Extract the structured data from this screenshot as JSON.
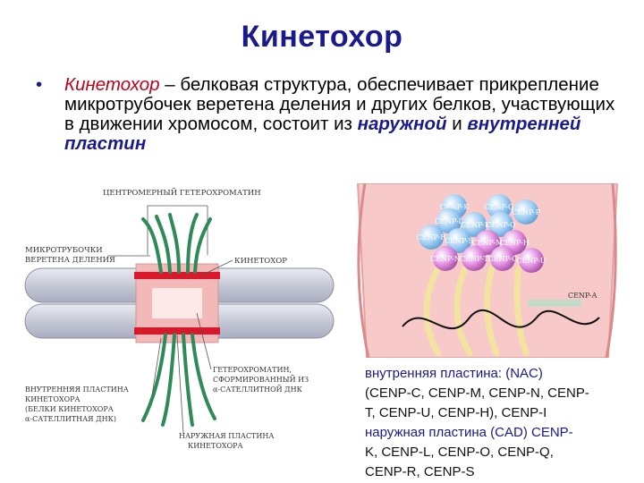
{
  "title": "Кинетохор",
  "bullet": {
    "dot": "•",
    "term": "Кинетохор",
    "text_1": " – белковая структура, обеспечивает прикрепление микротрубочек веретена деления и других белков, участвующих в движении хромосом, состоит из ",
    "outer": "наружной",
    "text_2": " и ",
    "inner": "внутренней пластин"
  },
  "left_diagram": {
    "labels": {
      "heterochromatin": "ЦЕНТРОМЕРНЫЙ ГЕТЕРОХРОМАТИН",
      "microtubules_1": "МИКРОТРУБОЧКИ",
      "microtubules_2": "ВЕРЕТЕНА ДЕЛЕНИЯ",
      "kinetochore": "КИНЕТОХОР",
      "inner_plate_1": "ВНУТРЕННЯЯ ПЛАСТИНА",
      "inner_plate_2": "КИНЕТОХОРА",
      "inner_plate_3": "(БЕЛКИ КИНЕТОХОРА",
      "inner_plate_4": "α-САТЕЛЛИТНАЯ ДНК)",
      "hetero_formed_1": "ГЕТЕРОХРОМАТИН,",
      "hetero_formed_2": "СФОРМИРОВАННЫЙ ИЗ",
      "hetero_formed_3": "α-САТЕЛЛИТНОЙ ДНК",
      "outer_plate_1": "НАРУЖНАЯ ПЛАСТИНА",
      "outer_plate_2": "КИНЕТОХОРА"
    }
  },
  "right_diagram": {
    "proteins": [
      "CENP-K",
      "CENP-Q",
      "CENP-P",
      "CENP-L",
      "CENP-I",
      "CENP-O",
      "CENP-R",
      "CENP-S",
      "CENP-M",
      "CENP-H",
      "CENP-N",
      "CENP-T",
      "CENP-C",
      "CENP-U",
      "CENP-A"
    ]
  },
  "legend": {
    "line1": "внутренняя пластина: (NAC)",
    "line2": "(CENP-C, CENP-M, CENP-N, CENP-",
    "line3": "T,  CENP-U, CENP-H),  CENP-I",
    "line4": "наружная пластина (CAD) CENP-",
    "line5": "K, CENP-L, CENP-O, CENP-Q,",
    "line6": "CENP-R, CENP-S"
  },
  "colors": {
    "title": "#1a1a8c",
    "chromatid": "#c9ccd8",
    "kinetochore_red": "#d7192b",
    "microtubule": "#2e8b57",
    "cell_pink": "#f6c5c5",
    "protein_blue": "#8fc3ef",
    "protein_purple": "#d86fd8"
  }
}
